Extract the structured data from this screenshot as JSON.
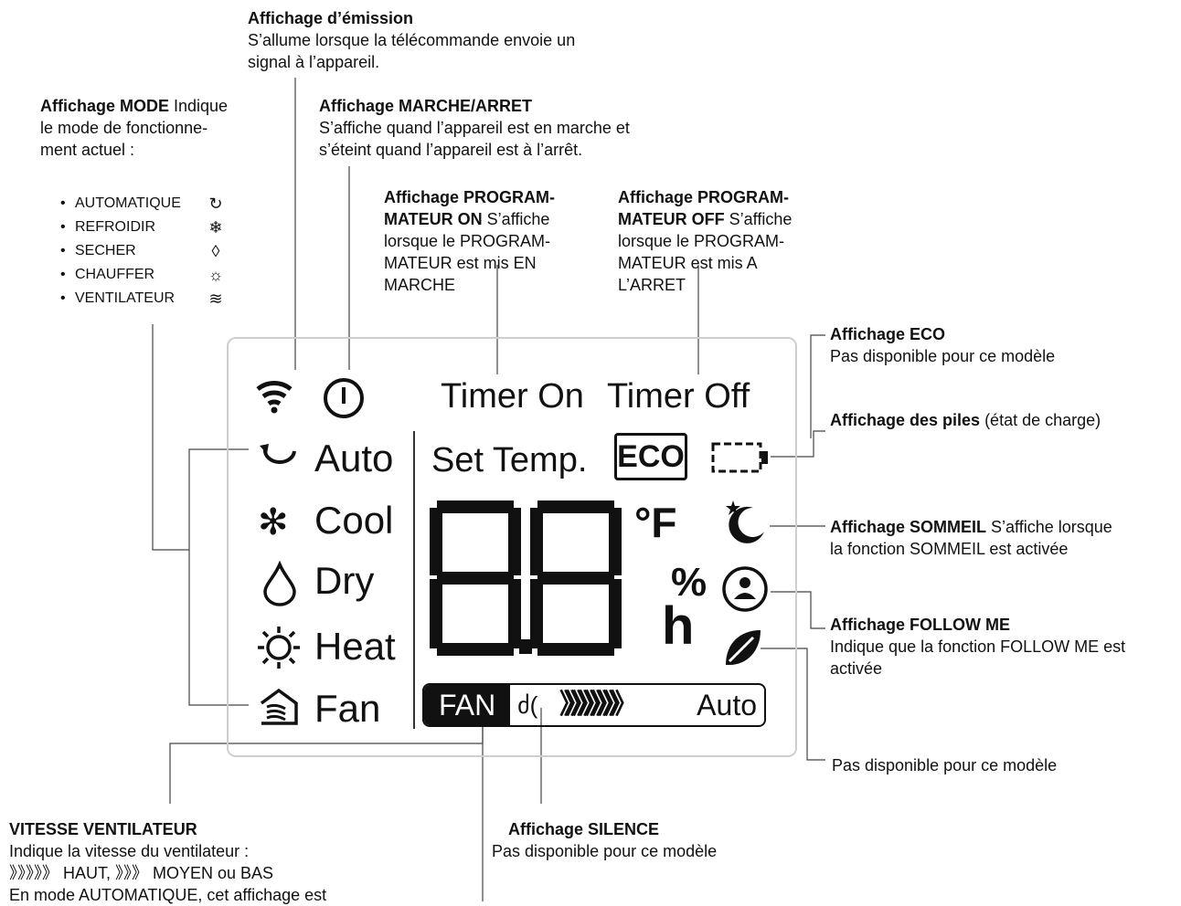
{
  "annotations": {
    "emission": {
      "title": "Affichage d’émission",
      "lines": [
        "S’allume lorsque la télécommande envoie un",
        "signal à l’appareil."
      ]
    },
    "mode": {
      "title": "Affichage MODE",
      "title_rest": " Indique",
      "lines": [
        "le mode de fonctionne-",
        "ment actuel :"
      ]
    },
    "marche": {
      "title": "Affichage MARCHE/ARRET",
      "lines": [
        "S’affiche quand l’appareil est en marche et",
        "s’éteint quand l’appareil est à l’arrêt."
      ]
    },
    "timer_on": {
      "line1": "Affichage PROGRAM-",
      "line2_bold": "MATEUR ON",
      "line2_rest": " S’affiche",
      "lines": [
        "lorsque le PROGRAM-",
        "MATEUR est mis EN",
        "MARCHE"
      ]
    },
    "timer_off": {
      "line1": "Affichage PROGRAM-",
      "line2_bold": "MATEUR OFF",
      "line2_rest": " S’affiche",
      "lines": [
        "lorsque le PROGRAM-",
        "MATEUR est mis A",
        "L’ARRET"
      ]
    },
    "eco": {
      "title": "Affichage ECO",
      "lines": [
        "Pas disponible pour ce modèle"
      ]
    },
    "piles": {
      "title": "Affichage des piles",
      "title_rest": " (état de charge)"
    },
    "sommeil": {
      "title": "Affichage SOMMEIL",
      "title_rest": " S’affiche lorsque",
      "lines": [
        "la fonction SOMMEIL est activée"
      ]
    },
    "follow": {
      "title": "Affichage FOLLOW ME",
      "lines": [
        "Indique que la fonction FOLLOW ME est",
        "activée"
      ]
    },
    "leaf": {
      "lines": [
        "Pas disponible pour ce modèle"
      ]
    },
    "vitesse": {
      "title": "VITESSE VENTILATEUR",
      "lines": [
        "Indique la vitesse du ventilateur :",
        "》》》》》 HAUT, 》》》 MOYEN ou BAS",
        "En mode AUTOMATIQUE, cet affichage est"
      ]
    },
    "silence": {
      "title": "Affichage SILENCE",
      "lines": [
        "Pas disponible pour ce modèle"
      ]
    }
  },
  "mode_list": [
    {
      "label": "AUTOMATIQUE",
      "icon": "↻"
    },
    {
      "label": "REFROIDIR",
      "icon": "❄"
    },
    {
      "label": "SECHER",
      "icon": "◊"
    },
    {
      "label": "CHAUFFER",
      "icon": "☼"
    },
    {
      "label": "VENTILATEUR",
      "icon": "≋"
    }
  ],
  "lcd": {
    "timer_on": "Timer On",
    "timer_off": "Timer Off",
    "set_temp": "Set Temp.",
    "eco": "ECO",
    "modes": [
      "Auto",
      "Cool",
      "Dry",
      "Heat",
      "Fan"
    ],
    "digits": "88",
    "unit_f": "°F",
    "unit_pct": "%",
    "unit_h": "h",
    "fan_label": "FAN",
    "speed_arrows": "》》》》》》》》》",
    "fan_auto": "Auto"
  },
  "colors": {
    "lcd_border": "#cfcfcf",
    "ink": "#111111"
  }
}
